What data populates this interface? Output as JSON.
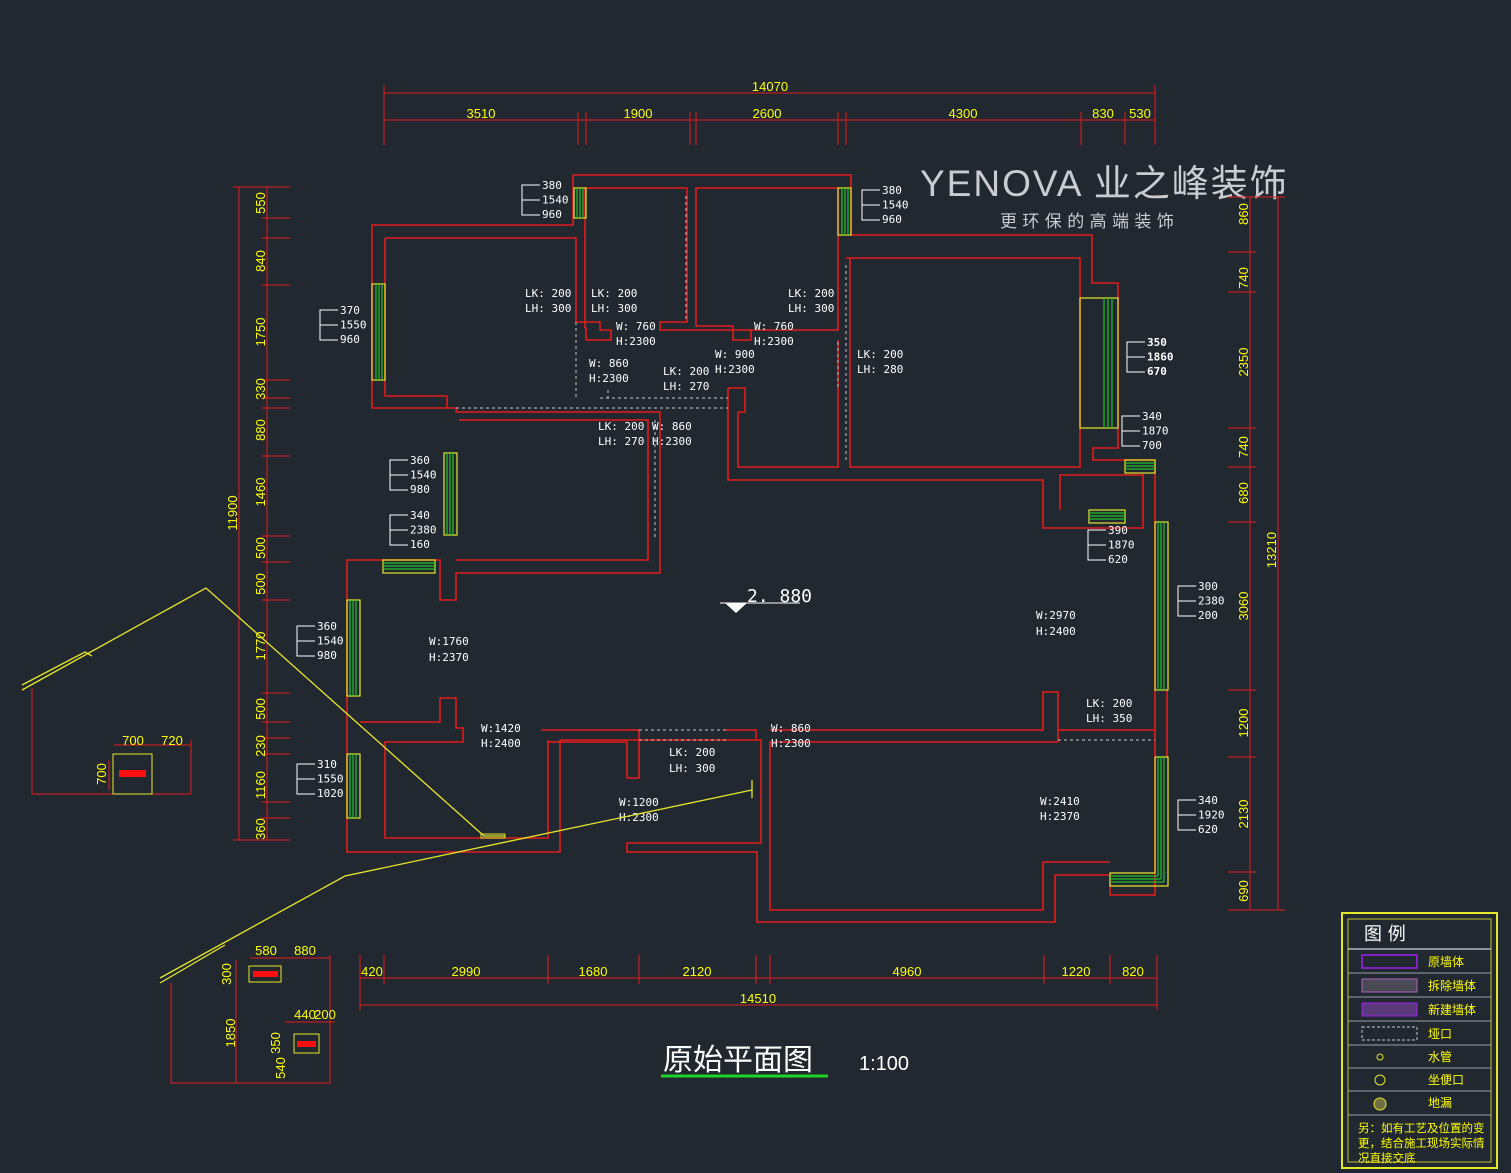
{
  "brand": {
    "name": "YENOVA 业之峰装饰",
    "slogan": "更 环 保 的 高 端 装 饰"
  },
  "title": "原始平面图",
  "scale": "1:100",
  "elevation": "2. 880",
  "top_dims": {
    "total": "14070",
    "segments": [
      "3510",
      "1900",
      "2600",
      "4300",
      "830",
      "530"
    ]
  },
  "bottom_dims": {
    "total": "14510",
    "segments": [
      "420",
      "2990",
      "1680",
      "2120",
      "4960",
      "1220",
      "820"
    ]
  },
  "left_dims": {
    "total": "11900",
    "segments": [
      "550",
      "840",
      "1750",
      "330",
      "880",
      "1460",
      "500",
      "500",
      "1770",
      "500",
      "230",
      "1160",
      "360"
    ]
  },
  "right_dims": {
    "total": "13210",
    "segments": [
      "860",
      "740",
      "2350",
      "740",
      "680",
      "3060",
      "1200",
      "2130",
      "690"
    ]
  },
  "window_tags": [
    [
      "380",
      "1540",
      "960"
    ],
    [
      "380",
      "1540",
      "960"
    ],
    [
      "370",
      "1550",
      "960"
    ],
    [
      "350",
      "1860",
      "670"
    ],
    [
      "340",
      "1870",
      "700"
    ],
    [
      "360",
      "1540",
      "980"
    ],
    [
      "340",
      "2380",
      "160"
    ],
    [
      "390",
      "1870",
      "620"
    ],
    [
      "360",
      "1540",
      "980"
    ],
    [
      "300",
      "2380",
      "200"
    ],
    [
      "310",
      "1550",
      "1020"
    ],
    [
      "340",
      "1920",
      "620"
    ]
  ],
  "labels": [
    "LK: 200",
    "LH: 300",
    "LK: 200",
    "LH: 300",
    "LK: 200",
    "LH: 300",
    "W: 760",
    "H:2300",
    "W: 760",
    "H:2300",
    "W: 860",
    "H:2300",
    "W: 900",
    "H:2300",
    "LK: 200",
    "LH: 270",
    "LK: 200",
    "LH: 280",
    "LK: 200",
    "LH: 270",
    "W: 860",
    "H:2300",
    "W:2970",
    "H:2400",
    "W:1760",
    "H:2370",
    "LK: 200",
    "LH: 350",
    "W:1420",
    "H:2400",
    "LK: 200",
    "LH: 300",
    "W: 860",
    "H:2300",
    "W:1200",
    "H:2300",
    "W:2410",
    "H:2370"
  ],
  "fixtures": {
    "a": {
      "w": "700",
      "w2": "720",
      "h": "700"
    },
    "b": {
      "w": "580",
      "w2": "880",
      "h": "300",
      "h2": "1850"
    },
    "c": {
      "w": "440",
      "w2": "200",
      "h": "350",
      "h2": "540"
    }
  },
  "legend": {
    "title": "图  例",
    "items": [
      "原墙体",
      "拆除墙体",
      "新建墙体",
      "垭口",
      "水管",
      "坐便口",
      "地漏"
    ],
    "note": [
      "另：如有工艺及位置的变",
      "更，结合施工现场实际情",
      "况直接交底"
    ]
  }
}
